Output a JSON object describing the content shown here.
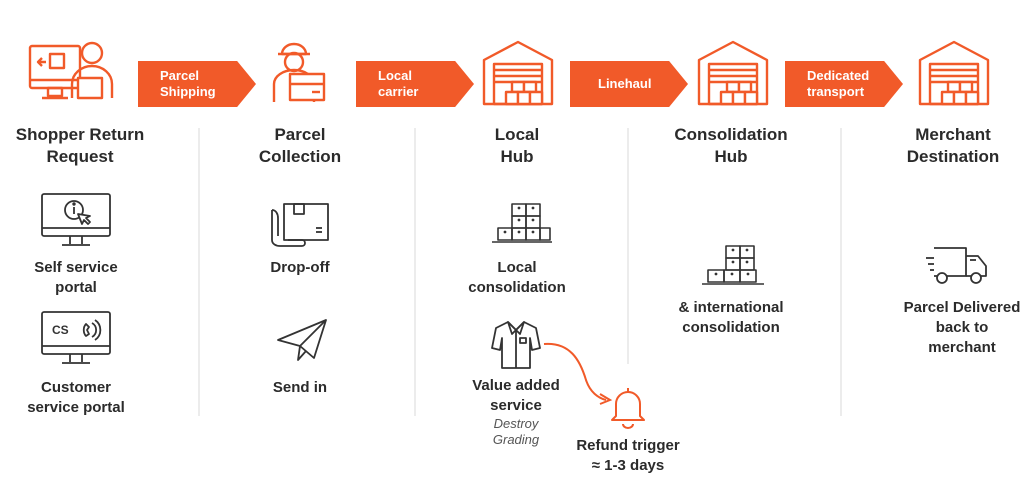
{
  "colors": {
    "accent": "#f15a29",
    "text": "#2b2b2b",
    "icon": "#333333"
  },
  "stages": [
    {
      "title_line1": "Shopper Return",
      "title_line2": "Request"
    },
    {
      "title_line1": "Parcel",
      "title_line2": "Collection"
    },
    {
      "title_line1": "Local",
      "title_line2": "Hub"
    },
    {
      "title_line1": "Consolidation",
      "title_line2": "Hub"
    },
    {
      "title_line1": "Merchant",
      "title_line2": "Destination"
    }
  ],
  "arrows": [
    {
      "line1": "Parcel",
      "line2": "Shipping"
    },
    {
      "line1": "Local",
      "line2": "carrier"
    },
    {
      "line1": "Linehaul"
    },
    {
      "line1": "Dedicated",
      "line2": "transport"
    }
  ],
  "options": {
    "self_service": {
      "line1": "Self service",
      "line2": "portal"
    },
    "customer_service": {
      "line1": "Customer",
      "line2": "service portal",
      "icon_text": "CS"
    },
    "drop_off": "Drop-off",
    "send_in": "Send in",
    "local_consolidation": {
      "line1": "Local",
      "line2": "consolidation"
    },
    "value_added": {
      "line1": "Value added",
      "line2": "service",
      "sub1": "Destroy",
      "sub2": "Grading"
    },
    "refund": {
      "line1": "Refund trigger",
      "line2": "≈ 1-3 days"
    },
    "international": {
      "line1": "& international",
      "line2": "consolidation"
    },
    "delivered": {
      "line1": "Parcel Delivered",
      "line2": "back to",
      "line3": "merchant"
    }
  }
}
